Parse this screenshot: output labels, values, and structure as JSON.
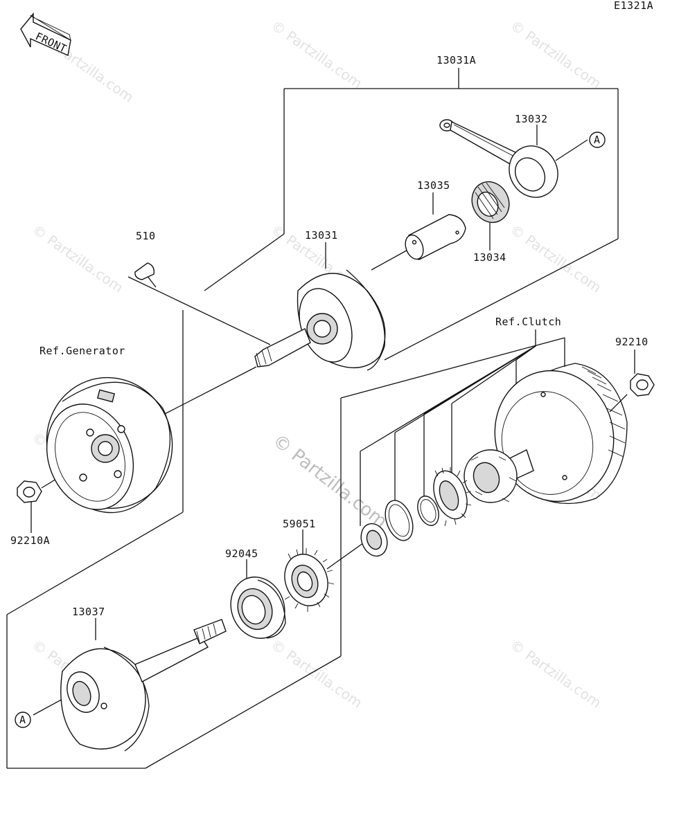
{
  "diagram_code": "E1321A",
  "front_label": "FRONT",
  "watermark": "© Partzilla.com",
  "parts": {
    "p13031A": "13031A",
    "p13032": "13032",
    "p13035": "13035",
    "p13034": "13034",
    "p13031": "13031",
    "p510": "510",
    "ref_clutch": "Ref.Clutch",
    "p92210": "92210",
    "ref_generator": "Ref.Generator",
    "p92210A": "92210A",
    "p59051": "59051",
    "p92045": "92045",
    "p13037": "13037"
  },
  "callout_a": "A"
}
